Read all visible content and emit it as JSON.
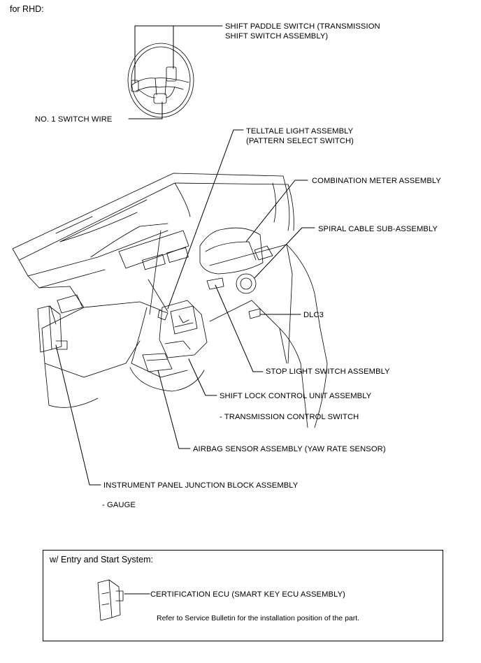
{
  "heading": "for RHD:",
  "labels": {
    "shift_paddle_1": "SHIFT PADDLE SWITCH (TRANSMISSION",
    "shift_paddle_2": "SHIFT SWITCH ASSEMBLY)",
    "switch_wire": "NO. 1 SWITCH WIRE",
    "telltale_1": "TELLTALE LIGHT ASSEMBLY",
    "telltale_2": "(PATTERN SELECT SWITCH)",
    "combination_meter": "COMBINATION METER ASSEMBLY",
    "spiral_cable": "SPIRAL CABLE SUB-ASSEMBLY",
    "dlc3": "DLC3",
    "stop_light": "STOP LIGHT SWITCH ASSEMBLY",
    "shift_lock": "SHIFT LOCK CONTROL UNIT ASSEMBLY",
    "transmission_control": "- TRANSMISSION CONTROL SWITCH",
    "airbag_sensor": "AIRBAG SENSOR ASSEMBLY (YAW RATE SENSOR)",
    "junction_block": "INSTRUMENT PANEL JUNCTION BLOCK ASSEMBLY",
    "gauge": "- GAUGE"
  },
  "entry_box": {
    "title": "w/ Entry and Start System:",
    "ecu_label": "CERTIFICATION ECU (SMART KEY ECU ASSEMBLY)",
    "note": "Refer to Service Bulletin for the installation position of the part."
  }
}
